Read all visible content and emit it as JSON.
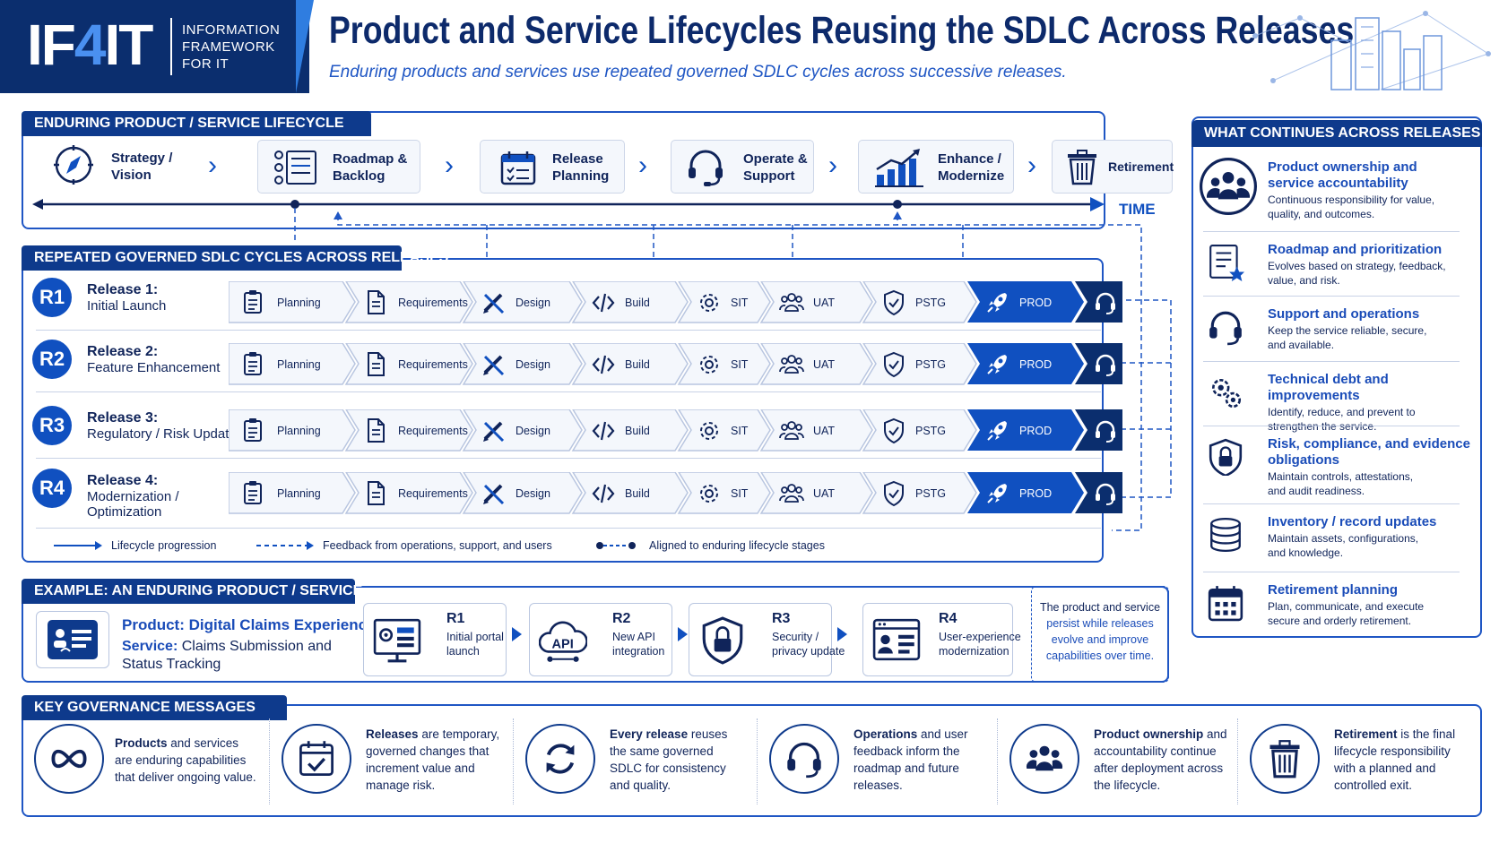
{
  "logo": {
    "main_a": "IF",
    "main_b": "4",
    "main_c": "IT",
    "sub": [
      "INFORMATION",
      "FRAMEWORK",
      "FOR IT"
    ]
  },
  "title": "Product and Service Lifecycles Reusing the SDLC Across Releases",
  "subtitle": "Enduring products and services use repeated governed SDLC cycles across successive releases.",
  "lifecycle": {
    "title": "ENDURING PRODUCT / SERVICE LIFECYCLE",
    "stages": [
      {
        "line1": "Strategy /",
        "line2": "Vision",
        "icon": "compass-icon"
      },
      {
        "line1": "Roadmap &",
        "line2": "Backlog",
        "icon": "list-icon"
      },
      {
        "line1": "Release",
        "line2": "Planning",
        "icon": "calendar-icon"
      },
      {
        "line1": "Operate &",
        "line2": "Support",
        "icon": "headset-icon"
      },
      {
        "line1": "Enhance /",
        "line2": "Modernize",
        "icon": "chart-icon"
      },
      {
        "line1": "Retirement",
        "line2": "",
        "icon": "trash-icon"
      }
    ],
    "time_label": "TIME"
  },
  "sdlc": {
    "title": "REPEATED GOVERNED SDLC CYCLES ACROSS RELEASES",
    "phases": [
      "Planning",
      "Requirements",
      "Design",
      "Build",
      "SIT",
      "UAT",
      "PSTG",
      "PROD",
      "OPS"
    ],
    "releases": [
      {
        "badge": "R1",
        "title": "Release 1:",
        "sub1": "Initial Launch",
        "sub2": ""
      },
      {
        "badge": "R2",
        "title": "Release 2:",
        "sub1": "Feature Enhancement",
        "sub2": ""
      },
      {
        "badge": "R3",
        "title": "Release 3:",
        "sub1": "Regulatory / Risk Update",
        "sub2": ""
      },
      {
        "badge": "R4",
        "title": "Release 4:",
        "sub1": "Modernization /",
        "sub2": "Optimization"
      }
    ],
    "legend": [
      "Lifecycle progression",
      "Feedback from operations, support, and users",
      "Aligned to enduring lifecycle stages"
    ]
  },
  "continues": {
    "title": "WHAT CONTINUES ACROSS RELEASES",
    "items": [
      {
        "title1": "Product ownership and",
        "title2": "service accountability",
        "desc1": "Continuous responsibility for value,",
        "desc2": "quality, and outcomes.",
        "icon": "team-icon"
      },
      {
        "title1": "Roadmap and prioritization",
        "title2": "",
        "desc1": "Evolves based on strategy, feedback,",
        "desc2": "value, and risk.",
        "icon": "roadmap-list-icon"
      },
      {
        "title1": "Support and operations",
        "title2": "",
        "desc1": "Keep the service reliable, secure,",
        "desc2": "and available.",
        "icon": "headset-icon"
      },
      {
        "title1": "Technical debt and improvements",
        "title2": "",
        "desc1": "Identify, reduce, and prevent to",
        "desc2": "strengthen the service.",
        "icon": "gears-icon"
      },
      {
        "title1": "Risk, compliance, and evidence",
        "title2": "obligations",
        "desc1": "Maintain controls, attestations,",
        "desc2": "and audit readiness.",
        "icon": "lock-shield-icon"
      },
      {
        "title1": "Inventory / record updates",
        "title2": "",
        "desc1": "Maintain assets, configurations,",
        "desc2": "and knowledge.",
        "icon": "database-icon"
      },
      {
        "title1": "Retirement planning",
        "title2": "",
        "desc1": "Plan, communicate, and execute",
        "desc2": "secure and orderly retirement.",
        "icon": "calendar-icon"
      }
    ]
  },
  "example": {
    "title": "EXAMPLE: AN ENDURING PRODUCT / SERVICE",
    "product_label": "Product:",
    "product_value": "Digital Claims Experience",
    "service_label": "Service:",
    "service_value1": "Claims Submission and",
    "service_value2": "Status Tracking",
    "releases": [
      {
        "r": "R1",
        "d1": "Initial portal",
        "d2": "launch",
        "icon": "portal-icon"
      },
      {
        "r": "R2",
        "d1": "New API",
        "d2": "integration",
        "icon": "api-cloud-icon"
      },
      {
        "r": "R3",
        "d1": "Security /",
        "d2": "privacy update",
        "icon": "shield-lock-icon"
      },
      {
        "r": "R4",
        "d1": "User-experience",
        "d2": "modernization",
        "icon": "ux-window-icon"
      }
    ],
    "note": [
      "The product and service",
      "persist while releases",
      "evolve and improve",
      "capabilities over time."
    ]
  },
  "governance": {
    "title": "KEY GOVERNANCE MESSAGES",
    "messages": [
      {
        "b1": "Products",
        "t1": " and services",
        "l2": "are enduring capabilities",
        "l3": "that deliver ongoing value.",
        "l4": "",
        "icon": "infinity-icon"
      },
      {
        "b1": "Releases",
        "t1": " are temporary,",
        "l2": "governed changes that",
        "l3": "increment value and",
        "l4": "manage risk.",
        "icon": "calendar-check-icon"
      },
      {
        "b1": "Every release",
        "t1": " reuses",
        "l2": "the same governed",
        "l3": "SDLC for consistency",
        "l4": "and quality.",
        "icon": "cycle-icon"
      },
      {
        "b1": "Operations",
        "t1": " and user",
        "l2": "feedback inform the",
        "l3": "roadmap and future",
        "l4": "releases.",
        "icon": "headset-icon"
      },
      {
        "b1": "Product ownership",
        "t1": " and",
        "l2": "accountability continue",
        "l3": "after deployment across",
        "l4": "the lifecycle.",
        "icon": "team-icon"
      },
      {
        "b1": "Retirement",
        "t1": " is the final",
        "l2": "lifecycle responsibility",
        "l3": "with a planned and",
        "l4": "controlled exit.",
        "icon": "trash-icon"
      }
    ]
  },
  "colors": {
    "navy": "#0e3a8c",
    "blue": "#1f56c4",
    "bright": "#1050c0",
    "dark": "#0b2e6e"
  }
}
